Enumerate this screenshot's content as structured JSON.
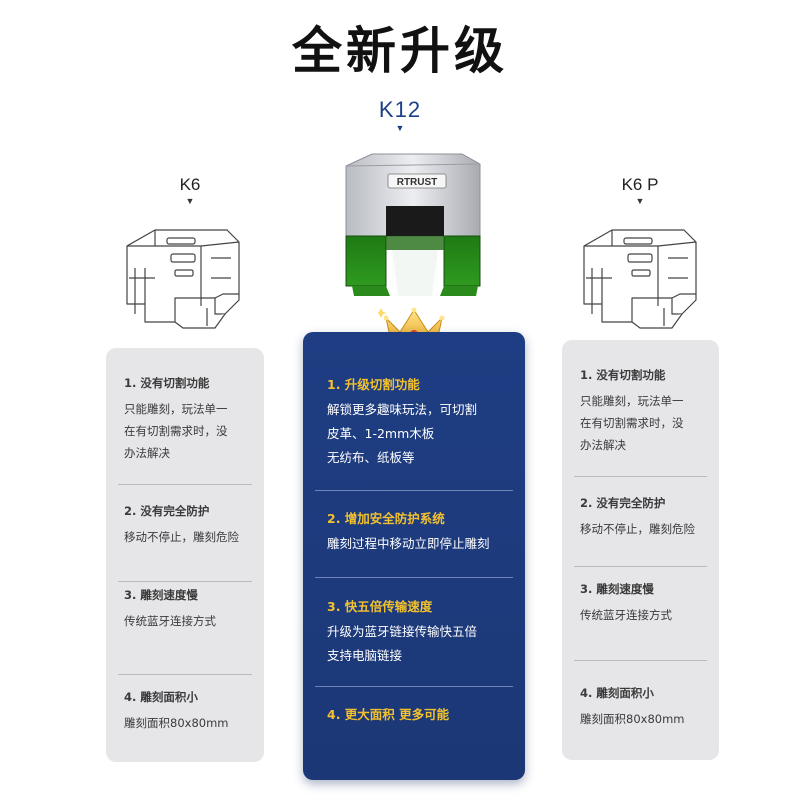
{
  "page": {
    "title": "全新升级"
  },
  "models": {
    "center": {
      "name": "K12",
      "brand": "RTRUST"
    },
    "left": {
      "name": "K6"
    },
    "right": {
      "name": "K6 P"
    }
  },
  "colors": {
    "accent_blue": "#1d3a7c",
    "accent_gold": "#f2c12e",
    "card_gray": "#e6e6e9"
  },
  "cards": {
    "left": {
      "features": [
        {
          "title": "1. 没有切割功能",
          "body": [
            "只能雕刻，玩法单一",
            "在有切割需求时，没",
            "办法解决"
          ]
        },
        {
          "title": "2. 没有完全防护",
          "body": [
            "移动不停止，雕刻危险"
          ]
        },
        {
          "title": "3. 雕刻速度慢",
          "body": [
            "传统蓝牙连接方式"
          ]
        },
        {
          "title": "4. 雕刻面积小",
          "body": [
            "雕刻面积80x80mm"
          ]
        }
      ]
    },
    "center": {
      "features": [
        {
          "title": "1. 升级切割功能",
          "body": [
            "解锁更多趣味玩法，可切割",
            "皮革、1-2mm木板",
            "无纺布、纸板等"
          ]
        },
        {
          "title": "2. 增加安全防护系统",
          "body": [
            "雕刻过程中移动立即停止雕刻"
          ]
        },
        {
          "title": "3. 快五倍传输速度",
          "body": [
            "升级为蓝牙链接传输快五倍",
            "支持电脑链接"
          ]
        },
        {
          "title": "4. 更大面积 更多可能",
          "body": []
        }
      ]
    },
    "right": {
      "features": [
        {
          "title": "1. 没有切割功能",
          "body": [
            "只能雕刻，玩法单一",
            "在有切割需求时，没",
            "办法解决"
          ]
        },
        {
          "title": "2. 没有完全防护",
          "body": [
            "移动不停止，雕刻危险"
          ]
        },
        {
          "title": "3. 雕刻速度慢",
          "body": [
            "传统蓝牙连接方式"
          ]
        },
        {
          "title": "4. 雕刻面积小",
          "body": [
            "雕刻面积80x80mm"
          ]
        }
      ]
    }
  }
}
